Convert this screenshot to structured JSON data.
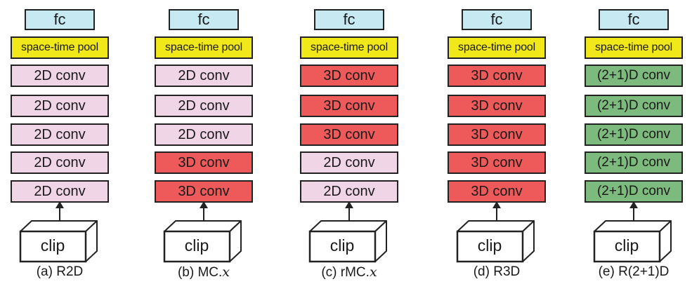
{
  "columns": [
    {
      "fc_label": "fc",
      "pool_label": "space-time pool",
      "layers": [
        {
          "label": "2D conv",
          "type": "2d"
        },
        {
          "label": "2D conv",
          "type": "2d"
        },
        {
          "label": "2D conv",
          "type": "2d"
        },
        {
          "label": "2D conv",
          "type": "2d"
        },
        {
          "label": "2D conv",
          "type": "2d"
        }
      ],
      "input_label": "clip",
      "caption": "(a) R2D",
      "caption_var": ""
    },
    {
      "fc_label": "fc",
      "pool_label": "space-time pool",
      "layers": [
        {
          "label": "2D conv",
          "type": "2d"
        },
        {
          "label": "2D conv",
          "type": "2d"
        },
        {
          "label": "2D conv",
          "type": "2d"
        },
        {
          "label": "3D conv",
          "type": "3d"
        },
        {
          "label": "3D conv",
          "type": "3d"
        }
      ],
      "input_label": "clip",
      "caption": "(b) MC.",
      "caption_var": "x"
    },
    {
      "fc_label": "fc",
      "pool_label": "space-time pool",
      "layers": [
        {
          "label": "3D conv",
          "type": "3d"
        },
        {
          "label": "3D conv",
          "type": "3d"
        },
        {
          "label": "3D conv",
          "type": "3d"
        },
        {
          "label": "2D conv",
          "type": "2d"
        },
        {
          "label": "2D conv",
          "type": "2d"
        }
      ],
      "input_label": "clip",
      "caption": "(c) rMC.",
      "caption_var": "x"
    },
    {
      "fc_label": "fc",
      "pool_label": "space-time pool",
      "layers": [
        {
          "label": "3D conv",
          "type": "3d"
        },
        {
          "label": "3D conv",
          "type": "3d"
        },
        {
          "label": "3D conv",
          "type": "3d"
        },
        {
          "label": "3D conv",
          "type": "3d"
        },
        {
          "label": "3D conv",
          "type": "3d"
        }
      ],
      "input_label": "clip",
      "caption": "(d) R3D",
      "caption_var": ""
    },
    {
      "fc_label": "fc",
      "pool_label": "space-time pool",
      "layers": [
        {
          "label": "(2+1)D conv",
          "type": "21d"
        },
        {
          "label": "(2+1)D conv",
          "type": "21d"
        },
        {
          "label": "(2+1)D conv",
          "type": "21d"
        },
        {
          "label": "(2+1)D conv",
          "type": "21d"
        },
        {
          "label": "(2+1)D conv",
          "type": "21d"
        }
      ],
      "input_label": "clip",
      "caption": "(e) R(2+1)D",
      "caption_var": ""
    }
  ],
  "colors": {
    "fc": "#c6e9f2",
    "pool": "#f1e81a",
    "conv_2d": "#efd5e6",
    "conv_3d": "#ee5a5a",
    "conv_2plus1d": "#7dba7d"
  }
}
